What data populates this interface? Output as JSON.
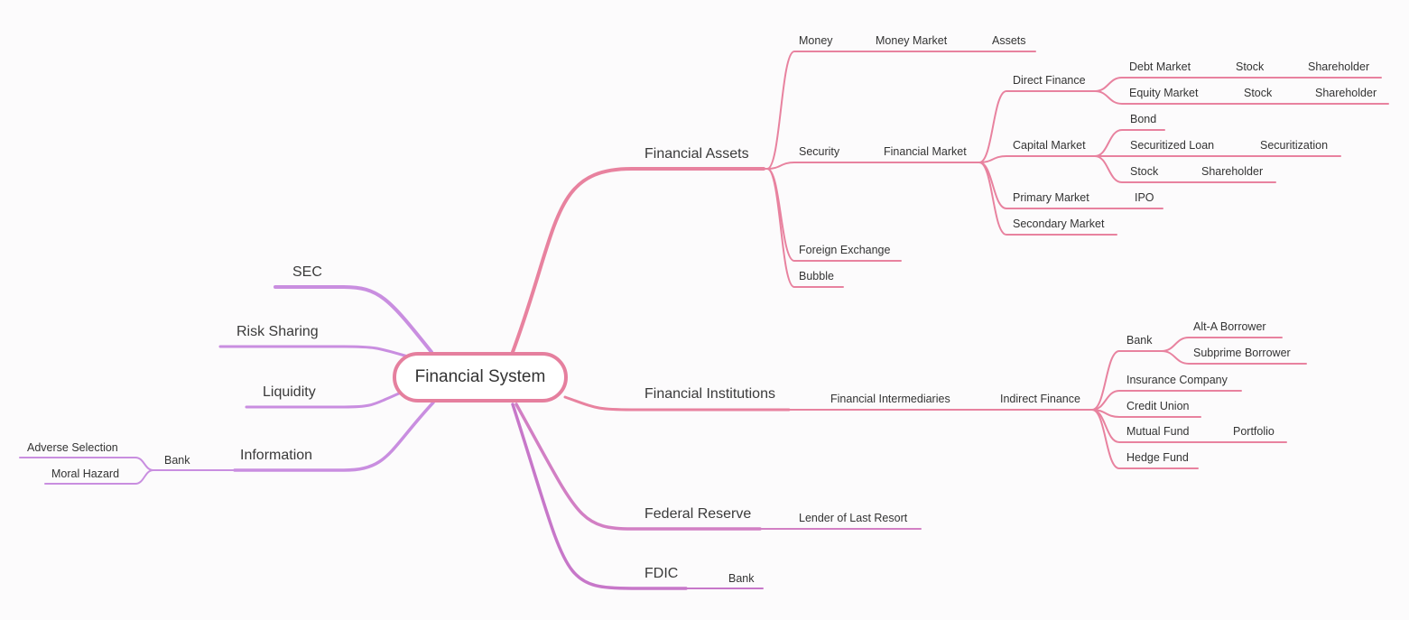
{
  "root": "Financial System",
  "nodes": {
    "financial_assets": "Financial Assets",
    "money": "Money",
    "money_market": "Money Market",
    "assets": "Assets",
    "security": "Security",
    "financial_market": "Financial Market",
    "direct_finance": "Direct Finance",
    "debt_market": "Debt Market",
    "stock_1": "Stock",
    "shareholder_1": "Shareholder",
    "equity_market": "Equity Market",
    "stock_2": "Stock",
    "shareholder_2": "Shareholder",
    "capital_market": "Capital Market",
    "bond": "Bond",
    "securitized_loan": "Securitized Loan",
    "securitization": "Securitization",
    "stock_3": "Stock",
    "shareholder_3": "Shareholder",
    "primary_market": "Primary Market",
    "ipo": "IPO",
    "secondary_market": "Secondary Market",
    "foreign_exchange": "Foreign Exchange",
    "bubble": "Bubble",
    "financial_institutions": "Financial Institutions",
    "financial_intermediaries": "Financial Intermediaries",
    "indirect_finance": "Indirect Finance",
    "bank_1": "Bank",
    "alt_a_borrower": "Alt-A Borrower",
    "subprime_borrower": "Subprime Borrower",
    "insurance_company": "Insurance Company",
    "credit_union": "Credit Union",
    "mutual_fund": "Mutual Fund",
    "portfolio": "Portfolio",
    "hedge_fund": "Hedge Fund",
    "federal_reserve": "Federal Reserve",
    "lender_of_last_resort": "Lender of Last Resort",
    "fdic": "FDIC",
    "bank_fdic": "Bank",
    "sec": "SEC",
    "risk_sharing": "Risk Sharing",
    "liquidity": "Liquidity",
    "information": "Information",
    "bank_info": "Bank",
    "adverse_selection": "Adverse Selection",
    "moral_hazard": "Moral Hazard"
  },
  "colors": {
    "background": "#fcfbfc",
    "root_border": "#e57f9e",
    "branch_pink": "#e8829f",
    "branch_magenta": "#d27fc4",
    "branch_violet": "#c98ee0",
    "branch_orchid": "#c777c9"
  }
}
